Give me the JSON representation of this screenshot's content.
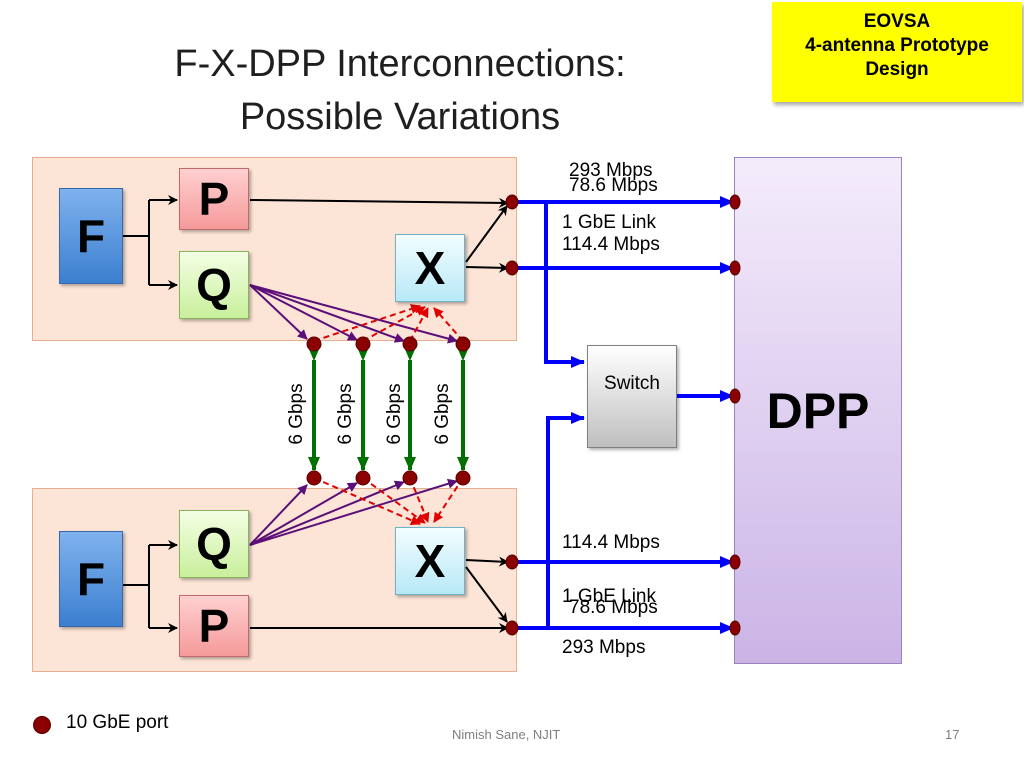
{
  "slide": {
    "title_line1": "F-X-DPP Interconnections:",
    "title_line2": "Possible Variations",
    "badge_line1": "EOVSA",
    "badge_line2": "4-antenna Prototype",
    "badge_line3": "Design",
    "footer_author": "Nimish Sane, NJIT",
    "page_number": "17"
  },
  "diagram": {
    "top_unit": {
      "f_label": "F",
      "p_label": "P",
      "q_label": "Q",
      "x_label": "X"
    },
    "bottom_unit": {
      "f_label": "F",
      "p_label": "P",
      "q_label": "Q",
      "x_label": "X"
    },
    "dpp_label": "DPP",
    "switch_label": "Switch",
    "link_labels": {
      "top_p_rate": "293 Mbps",
      "top_p_rate_alt": "78.6 Mbps",
      "top_link": "1 GbE Link",
      "top_x_rate": "114.4 Mbps",
      "bottom_x_rate": "114.4 Mbps",
      "bottom_link": "1 GbE Link",
      "bottom_p_rate_alt": "78.6 Mbps",
      "bottom_p_rate": "293 Mbps"
    },
    "cross_links": [
      "6 Gbps",
      "6 Gbps",
      "6 Gbps",
      "6 Gbps"
    ],
    "legend": "10 GbE port",
    "colors": {
      "gbe_link": "#0000ff",
      "cross_link": "#007000",
      "q_to_x": "#5b0f78",
      "dashed": "#e00000",
      "port": "#8b0000"
    }
  }
}
